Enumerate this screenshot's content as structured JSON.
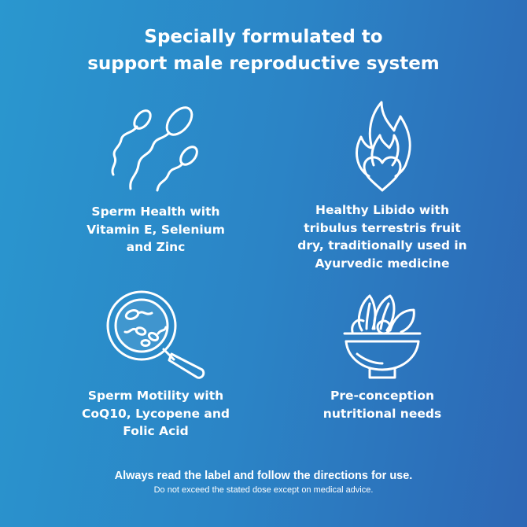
{
  "headline": {
    "line1": "Specially formulated to",
    "line2": "support male reproductive system"
  },
  "benefits": [
    {
      "icon": "sperm-icon",
      "lines": [
        "Sperm Health with",
        "Vitamin E, Selenium",
        "and Zinc"
      ]
    },
    {
      "icon": "flame-heart-icon",
      "lines": [
        "Healthy Libido with",
        "tribulus terrestris fruit",
        "dry, traditionally used in",
        "Ayurvedic medicine"
      ]
    },
    {
      "icon": "magnifier-sperm-icon",
      "lines": [
        "Sperm Motility with",
        "CoQ10, Lycopene and",
        "Folic Acid"
      ]
    },
    {
      "icon": "salad-bowl-icon",
      "lines": [
        "Pre-conception",
        "nutritional needs"
      ]
    }
  ],
  "footer": {
    "primary": "Always read the label and follow the directions for use.",
    "secondary": "Do not exceed the stated dose except on medical advice."
  },
  "colors": {
    "gradient_start": "#2a97cf",
    "gradient_end": "#2d67b5",
    "text": "#ffffff"
  }
}
